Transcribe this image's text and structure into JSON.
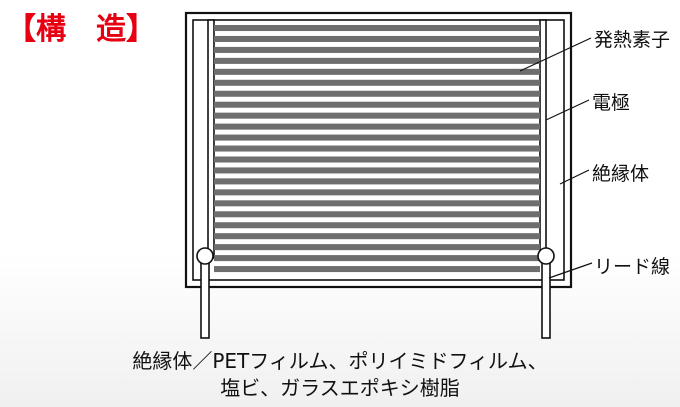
{
  "title": "【構　造】",
  "labels": {
    "heating_element": "発熱素子",
    "electrode": "電極",
    "insulator": "絶縁体",
    "lead_wire": "リード線"
  },
  "caption": {
    "line1": "絶縁体／PETフィルム、ポリイミドフィルム、",
    "line2": "塩ビ、ガラスエポキシ樹脂"
  },
  "colors": {
    "title": "#e60012",
    "stripe": "#6e6e6e",
    "outline": "#111111"
  }
}
